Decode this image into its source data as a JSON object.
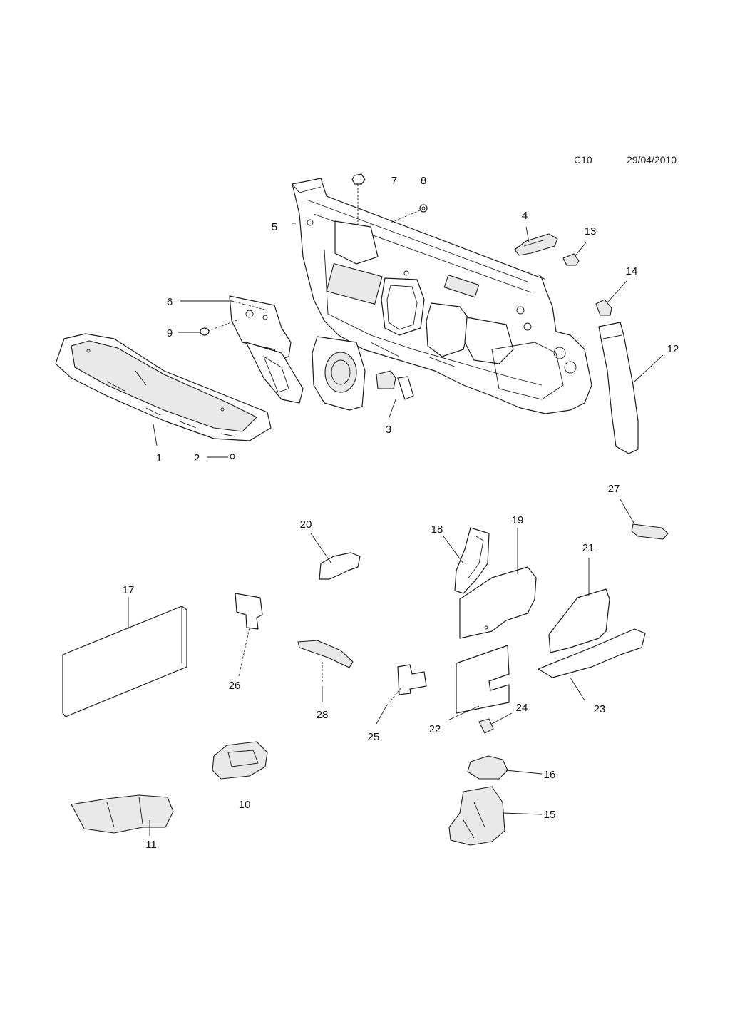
{
  "header": {
    "code": "C10",
    "date": "29/04/2010"
  },
  "callouts": [
    "1",
    "2",
    "3",
    "4",
    "5",
    "6",
    "7",
    "8",
    "9",
    "10",
    "11",
    "12",
    "13",
    "14",
    "15",
    "16",
    "17",
    "18",
    "19",
    "20",
    "21",
    "22",
    "23",
    "24",
    "25",
    "26",
    "27",
    "28"
  ]
}
